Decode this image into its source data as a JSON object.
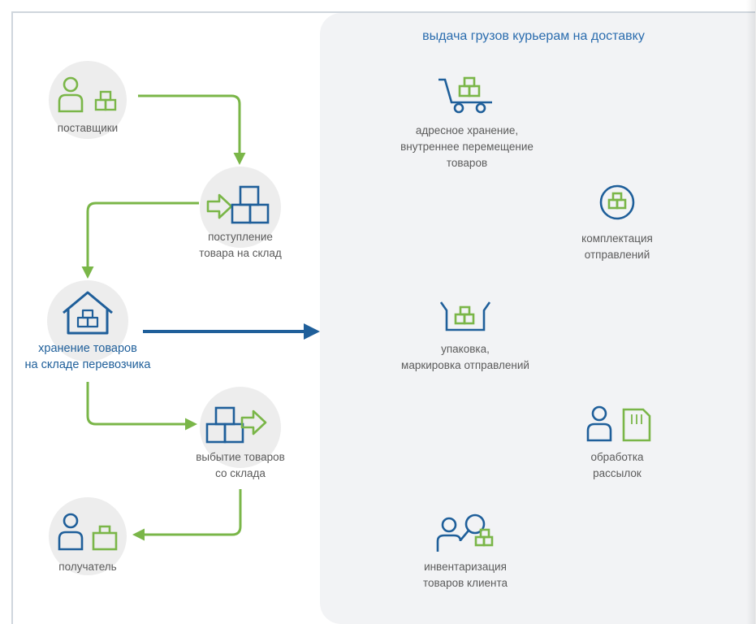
{
  "title": "выдача грузов курьерам на доставку",
  "colors": {
    "green": "#7ab648",
    "blue": "#1f5f9a",
    "circle": "#ededed",
    "panel": "#f2f3f5"
  },
  "flow_nodes": [
    {
      "id": "suppliers",
      "label_line1": "поставщики",
      "label_line2": "",
      "icons": [
        "person-icon",
        "box-icon"
      ]
    },
    {
      "id": "receipt",
      "label_line1": "поступление",
      "label_line2": "товара на склад",
      "icons": [
        "arrow-right-icon",
        "boxes-stack-icon"
      ]
    },
    {
      "id": "storage",
      "label_line1": "хранение товаров",
      "label_line2": "на складе перевозчика",
      "icons": [
        "warehouse-icon"
      ]
    },
    {
      "id": "shipment",
      "label_line1": "выбытие товаров",
      "label_line2": "со склада",
      "icons": [
        "boxes-stack-icon",
        "arrow-right-icon"
      ]
    },
    {
      "id": "recipient",
      "label_line1": "получатель",
      "label_line2": "",
      "icons": [
        "person-icon",
        "bag-icon"
      ]
    }
  ],
  "services": [
    {
      "id": "addressing",
      "label_line1": "адресное хранение,",
      "label_line2": "внутреннее перемещение",
      "label_line3": "товаров",
      "icon": "cart-icon"
    },
    {
      "id": "picking",
      "label_line1": "комплектация",
      "label_line2": "отправлений",
      "label_line3": "",
      "icon": "box-circle-icon"
    },
    {
      "id": "packing",
      "label_line1": "упаковка,",
      "label_line2": "маркировка отправлений",
      "label_line3": "",
      "icon": "package-icon"
    },
    {
      "id": "mailing",
      "label_line1": "обработка",
      "label_line2": "рассылок",
      "label_line3": "",
      "icon": "person-document-icon"
    },
    {
      "id": "inventory",
      "label_line1": "инвентаризация",
      "label_line2": "товаров клиента",
      "label_line3": "",
      "icon": "person-search-icon"
    }
  ]
}
